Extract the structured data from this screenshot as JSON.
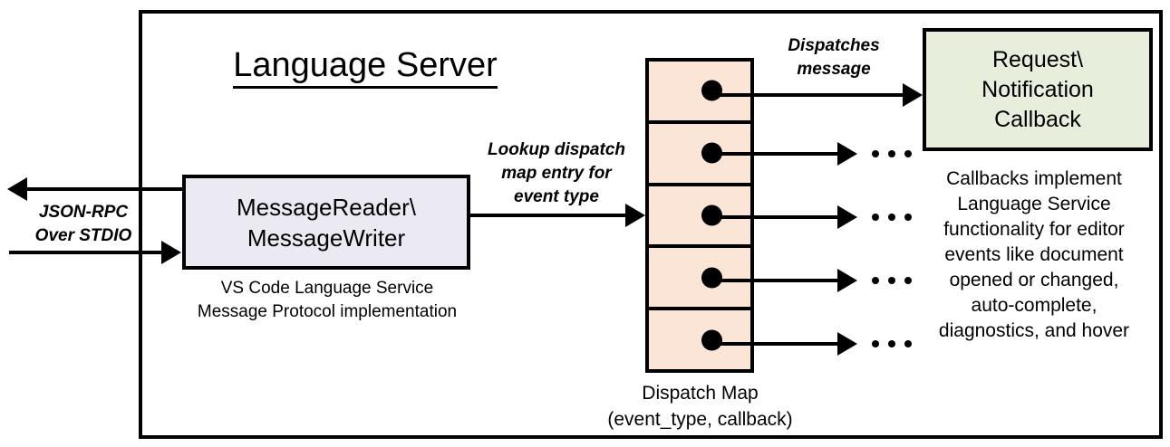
{
  "diagram": {
    "title": "Language Server",
    "outer_border_color": "#000000",
    "background": "#ffffff"
  },
  "external_io": {
    "label_line1": "JSON-RPC",
    "label_line2": "Over STDIO",
    "outbound_arrow": "arrow-left",
    "inbound_arrow": "arrow-right"
  },
  "message_rw": {
    "line1": "MessageReader\\",
    "line2": "MessageWriter",
    "fill_color": "#ebe9f2",
    "caption_line1": "VS Code Language Service",
    "caption_line2": "Message Protocol implementation"
  },
  "lookup_arrow": {
    "line1": "Lookup dispatch",
    "line2": "map entry for",
    "line3": "event type"
  },
  "dispatch_map": {
    "fill_color": "#fbe5d6",
    "row_count": 5,
    "caption_line1": "Dispatch Map",
    "caption_line2": "(event_type, callback)",
    "rows": [
      {
        "id": "row-1",
        "dot": "bullet-dot",
        "target": "callback-box"
      },
      {
        "id": "row-2",
        "dot": "bullet-dot",
        "target": "ellipsis"
      },
      {
        "id": "row-3",
        "dot": "bullet-dot",
        "target": "ellipsis"
      },
      {
        "id": "row-4",
        "dot": "bullet-dot",
        "target": "ellipsis"
      },
      {
        "id": "row-5",
        "dot": "bullet-dot",
        "target": "ellipsis"
      }
    ]
  },
  "dispatches_arrow": {
    "line1": "Dispatches",
    "line2": "message"
  },
  "callback": {
    "line1": "Request\\",
    "line2": "Notification",
    "line3": "Callback",
    "fill_color": "#e8eedc",
    "caption_line1": "Callbacks implement",
    "caption_line2": "Language Service",
    "caption_line3": "functionality for editor",
    "caption_line4": "events like document",
    "caption_line5": "opened or changed,",
    "caption_line6": "auto-complete,",
    "caption_line7": "diagnostics, and hover"
  }
}
